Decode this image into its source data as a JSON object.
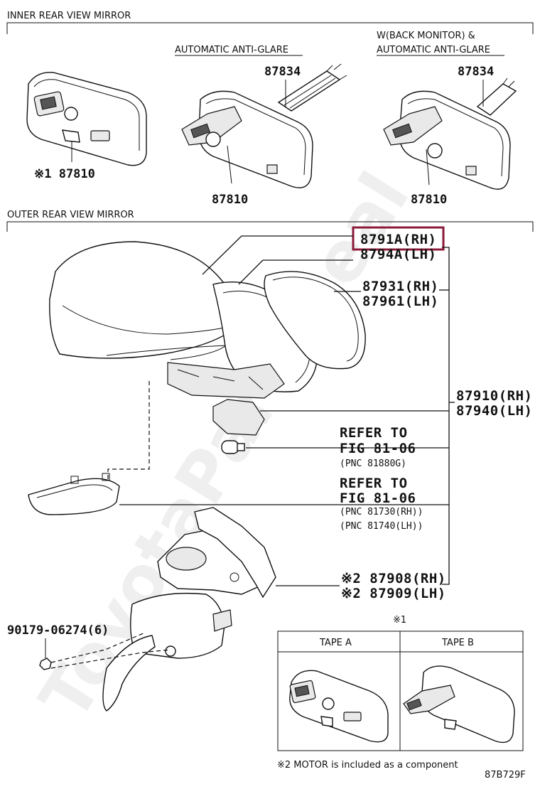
{
  "sections": {
    "inner_title": "INNER REAR VIEW MIRROR",
    "outer_title": "OUTER REAR VIEW MIRROR"
  },
  "inner": {
    "auto_antiglare": "AUTOMATIC ANTI-GLARE",
    "back_monitor_line1": "W(BACK MONITOR) &",
    "back_monitor_line2": "AUTOMATIC ANTI-GLARE",
    "part_87834_a": "87834",
    "part_87834_b": "87834",
    "part_87810_a": "※1 87810",
    "part_87810_b": "87810",
    "part_87810_c": "87810"
  },
  "outer": {
    "part_8791A": "8791A(RH)",
    "part_8794A": "8794A(LH)",
    "part_87931": "87931(RH)",
    "part_87961": "87961(LH)",
    "part_87910": "87910(RH)",
    "part_87940": "87940(LH)",
    "refer1_line1": "REFER TO",
    "refer1_line2": "FIG 81-06",
    "refer1_line3": "(PNC 81880G)",
    "refer2_line1": "REFER TO",
    "refer2_line2": "FIG 81-06",
    "refer2_line3": "(PNC 81730(RH))",
    "refer2_line4": "(PNC 81740(LH))",
    "part_87908": "※2 87908(RH)",
    "part_87909": "※2 87909(LH)",
    "part_90179": "90179-06274(6)"
  },
  "inset": {
    "marker": "※1",
    "tape_a": "TAPE A",
    "tape_b": "TAPE B"
  },
  "footnote": "※2 MOTOR is included as a component",
  "figure_code": "87B729F",
  "watermark": "ToyotaPartsDeal",
  "colors": {
    "highlight": "#8b1a3a",
    "ink": "#111111"
  }
}
